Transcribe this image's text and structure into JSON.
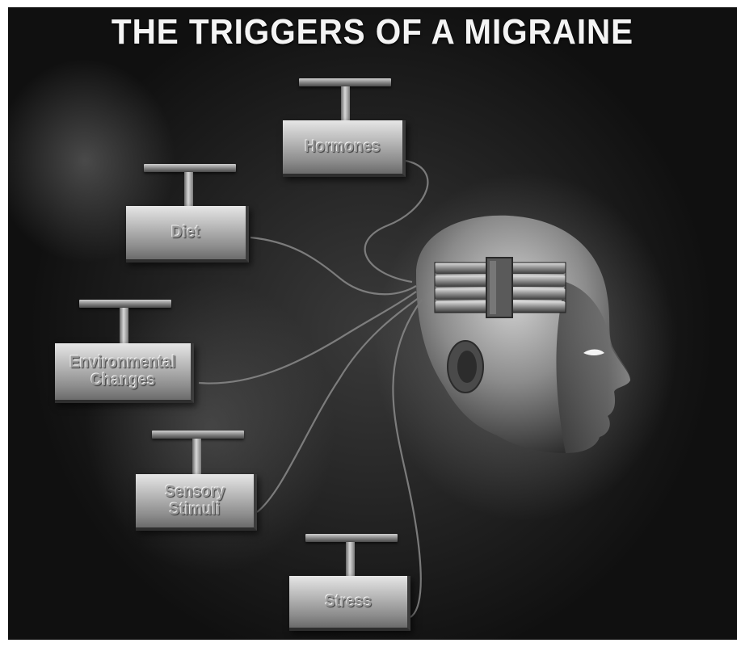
{
  "title": "THE TRIGGERS OF A MIGRAINE",
  "triggers": [
    {
      "label": "Hormones"
    },
    {
      "label": "Diet"
    },
    {
      "label": "Environmental Changes",
      "line1": "Environmental",
      "line2": "Changes"
    },
    {
      "label": "Sensory Stimuli",
      "line1": "Sensory",
      "line2": "Stimuli"
    },
    {
      "label": "Stress"
    }
  ],
  "center": {
    "icon": "head-with-dynamite-icon"
  },
  "colors": {
    "background": "#1a1a1a",
    "title": "#f4f4f4",
    "box": "#bdbdbd"
  }
}
